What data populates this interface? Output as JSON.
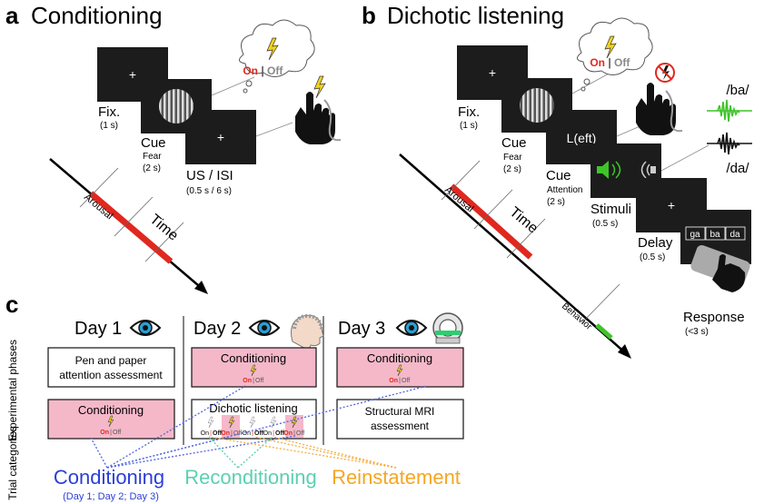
{
  "panel_a": {
    "letter": "a",
    "title": "Conditioning",
    "fix_screen": "+",
    "fix_label": "Fix.",
    "fix_dur": "(1 s)",
    "cue_label": "Cue",
    "cue_sub": "Fear",
    "cue_dur": "(2 s)",
    "us_screen": "+",
    "us_label": "US / ISI",
    "us_dur": "(0.5 s / 6 s)",
    "bubble_on": "On",
    "bubble_sep": "|",
    "bubble_off": "Off",
    "arousal": "Arousal",
    "time": "Time"
  },
  "panel_b": {
    "letter": "b",
    "title": "Dichotic listening",
    "fix_screen": "+",
    "fix_label": "Fix.",
    "fix_dur": "(1 s)",
    "cue_label": "Cue",
    "cue_sub": "Fear",
    "cue_dur": "(2 s)",
    "bubble_on": "On",
    "bubble_sep": "|",
    "bubble_off": "Off",
    "attn_screen": "L(eft)",
    "attn_label": "Cue",
    "attn_sub": "Attention",
    "attn_dur": "(2 s)",
    "stim_label": "Stimuli",
    "stim_dur": "(0.5 s)",
    "delay_screen": "+",
    "delay_label": "Delay",
    "delay_dur": "(0.5 s)",
    "options": [
      "ga",
      "ba",
      "da"
    ],
    "response_label": "Response",
    "response_dur": "(<3 s)",
    "syllable_top": "/ba/",
    "syllable_bottom": "/da/",
    "arousal": "Arousal",
    "time": "Time",
    "behavior": "Behavior"
  },
  "panel_c": {
    "letter": "c",
    "row_label_1": "Experimental phases",
    "row_label_2": "Trial categories",
    "day1": "Day 1",
    "day2": "Day 2",
    "day3": "Day 3",
    "day1_box1": "Pen and paper",
    "day1_box1_l2": "attention assessment",
    "day1_box2": "Conditioning",
    "day2_box1": "Conditioning",
    "day2_box2": "Dichotic listening",
    "day3_box1": "Conditioning",
    "day3_box2": "Structural MRI",
    "day3_box2_l2": "assessment",
    "on": "On",
    "sep": "|",
    "off": "Off",
    "cat_conditioning": "Conditioning",
    "cat_conditioning_sub": "(Day 1; Day 2; Day 3)",
    "cat_reconditioning": "Reconditioning",
    "cat_reinstatement": "Reinstatement"
  },
  "colors": {
    "red": "#e0281f",
    "pink": "#f4b8c9",
    "blue": "#2b3fd6",
    "teal": "#5cd0b0",
    "orange": "#f5a623",
    "green": "#3fc42a",
    "yellow": "#f2d21a",
    "screen": "#1c1c1c"
  }
}
